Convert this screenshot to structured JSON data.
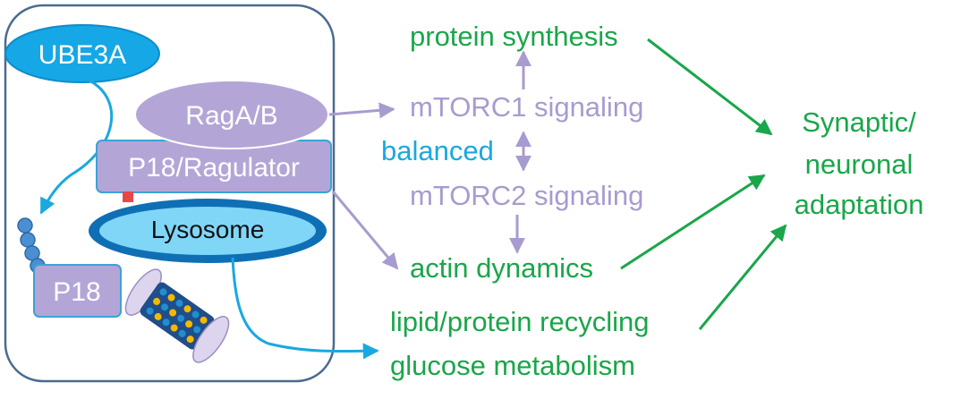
{
  "labels": {
    "ube3a": "UBE3A",
    "rag": "RagA/B",
    "ragulator": "P18/Ragulator",
    "lysosome": "Lysosome",
    "p18": "P18",
    "mtorc1": "mTORC1 signaling",
    "mtorc2": "mTORC2 signaling",
    "balanced": "balanced",
    "protein_synthesis": "protein synthesis",
    "actin": "actin dynamics",
    "recycling": "lipid/protein recycling",
    "glucose": "glucose metabolism",
    "outcome_line1": "Synaptic/",
    "outcome_line2": "neuronal",
    "outcome_line3": "adaptation"
  },
  "colors": {
    "green": "#1aa64a",
    "lavender": "#a89bcf",
    "blue": "#1aa8e0",
    "cell_border": "#4a6b8f",
    "lysosome_dark": "#0f6fb5",
    "lysosome_light": "#7fd6f7",
    "box_fill": "#b3a6d6",
    "box_border": "#3ba3d6",
    "ube3a_fill": "#16a7e6",
    "proteasome_blue": "#1f8fd0",
    "proteasome_yellow": "#f5b800",
    "proteasome_cap": "#ddd5ee"
  }
}
